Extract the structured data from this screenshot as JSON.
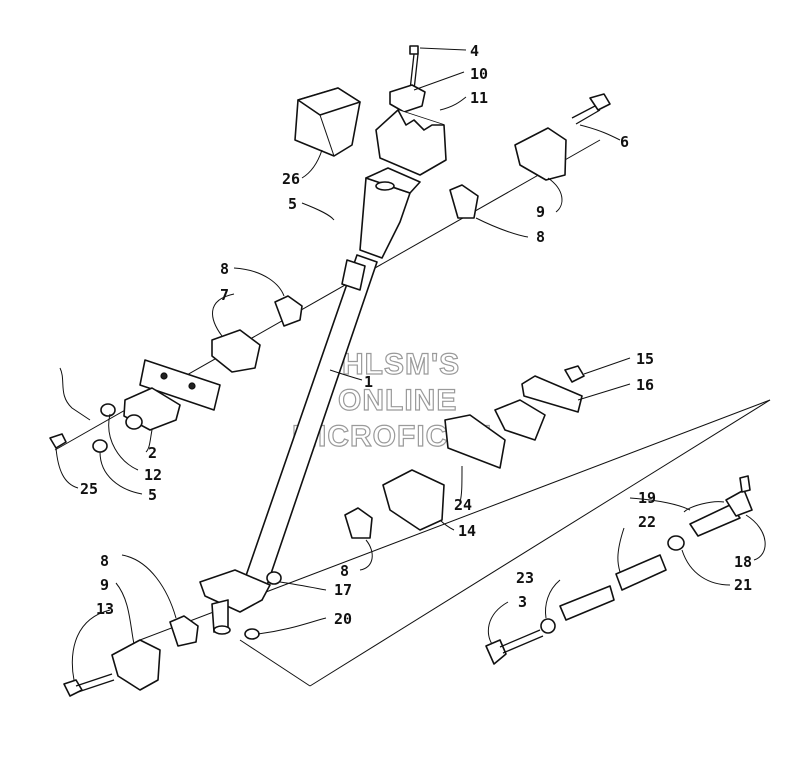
{
  "watermark": [
    "HLSM'S",
    "ONLINE",
    "MICROFICHE"
  ],
  "callouts": [
    "4",
    "10",
    "11",
    "6",
    "26",
    "5",
    "9",
    "8",
    "8",
    "7",
    "1",
    "15",
    "16",
    "2",
    "12",
    "25",
    "5",
    "24",
    "14",
    "8",
    "19",
    "22",
    "23",
    "18",
    "21",
    "8",
    "9",
    "13",
    "17",
    "3",
    "20"
  ]
}
